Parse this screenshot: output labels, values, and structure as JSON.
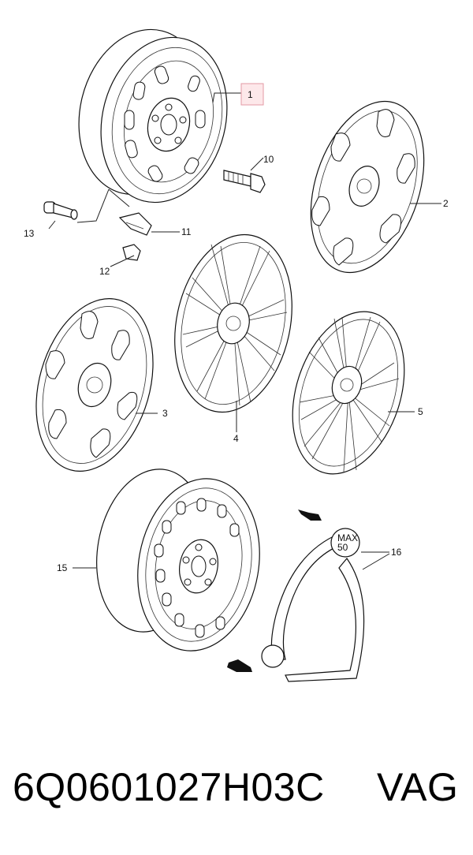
{
  "callouts": {
    "c1": "1",
    "c2": "2",
    "c3": "3",
    "c4": "4",
    "c5": "5",
    "c10": "10",
    "c11": "11",
    "c12": "12",
    "c13": "13",
    "c15": "15",
    "c16": "16"
  },
  "weight_tag": {
    "top": "MAX",
    "bottom": "50"
  },
  "footer": {
    "part_number": "6Q0601027H03C",
    "brand": "VAG"
  },
  "colors": {
    "highlight": "#fde8ea",
    "line": "#111111"
  }
}
